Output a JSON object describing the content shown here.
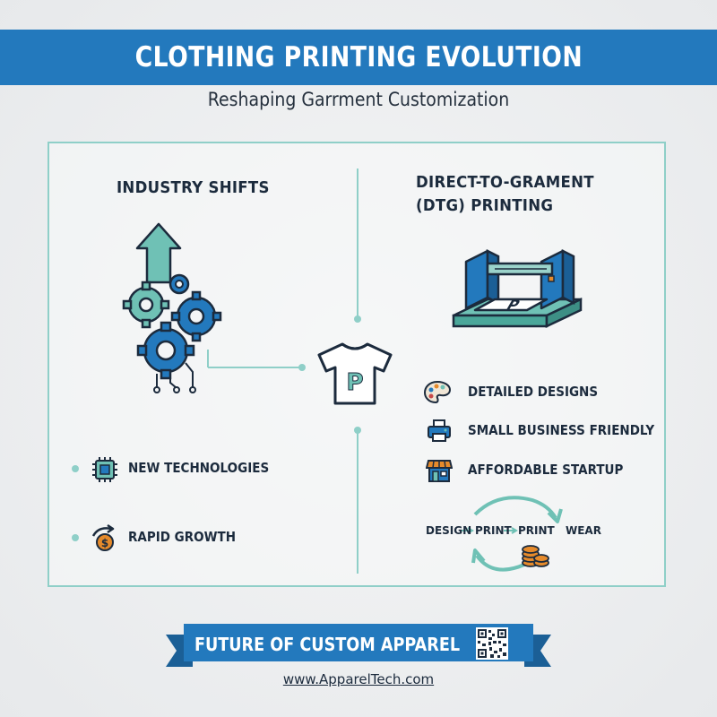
{
  "header": {
    "title": "CLOTHING PRINTING EVOLUTION",
    "subtitle": "Reshaping Garrment Customization"
  },
  "left": {
    "heading": "INDUSTRY SHIFTS",
    "icon": "gears-with-up-arrow-icon",
    "items": [
      {
        "label": "NEW TECHNOLOGIES",
        "icon": "microchip-icon"
      },
      {
        "label": "RAPID GROWTH",
        "icon": "dollar-growth-icon"
      }
    ]
  },
  "center": {
    "icon": "t-shirt-icon",
    "shirt_letter": "P"
  },
  "right": {
    "heading": "DIRECT-TO-GRAMENT (DTG) PRINTING",
    "icon": "dtg-printer-icon",
    "printer_letter": "P",
    "features": [
      {
        "label": "DETAILED DESIGNS",
        "icon": "palette-icon"
      },
      {
        "label": "SMALL BUSINESS FRIENDLY",
        "icon": "printer-icon"
      },
      {
        "label": "AFFORDABLE STARTUP",
        "icon": "storefront-icon"
      }
    ],
    "cycle": {
      "steps": [
        "DESIGN",
        "PRINT",
        "PRINT",
        "WEAR"
      ],
      "icon": "coin-stack-icon"
    }
  },
  "footer": {
    "banner": "FUTURE OF CUSTOM APPAREL",
    "qr_icon": "qr-code-icon",
    "url": "www.ApparelTech.com"
  },
  "colors": {
    "primary_blue": "#2379bd",
    "teal": "#6fc1b5",
    "navy": "#1c2b3d",
    "orange": "#e58a2b"
  }
}
